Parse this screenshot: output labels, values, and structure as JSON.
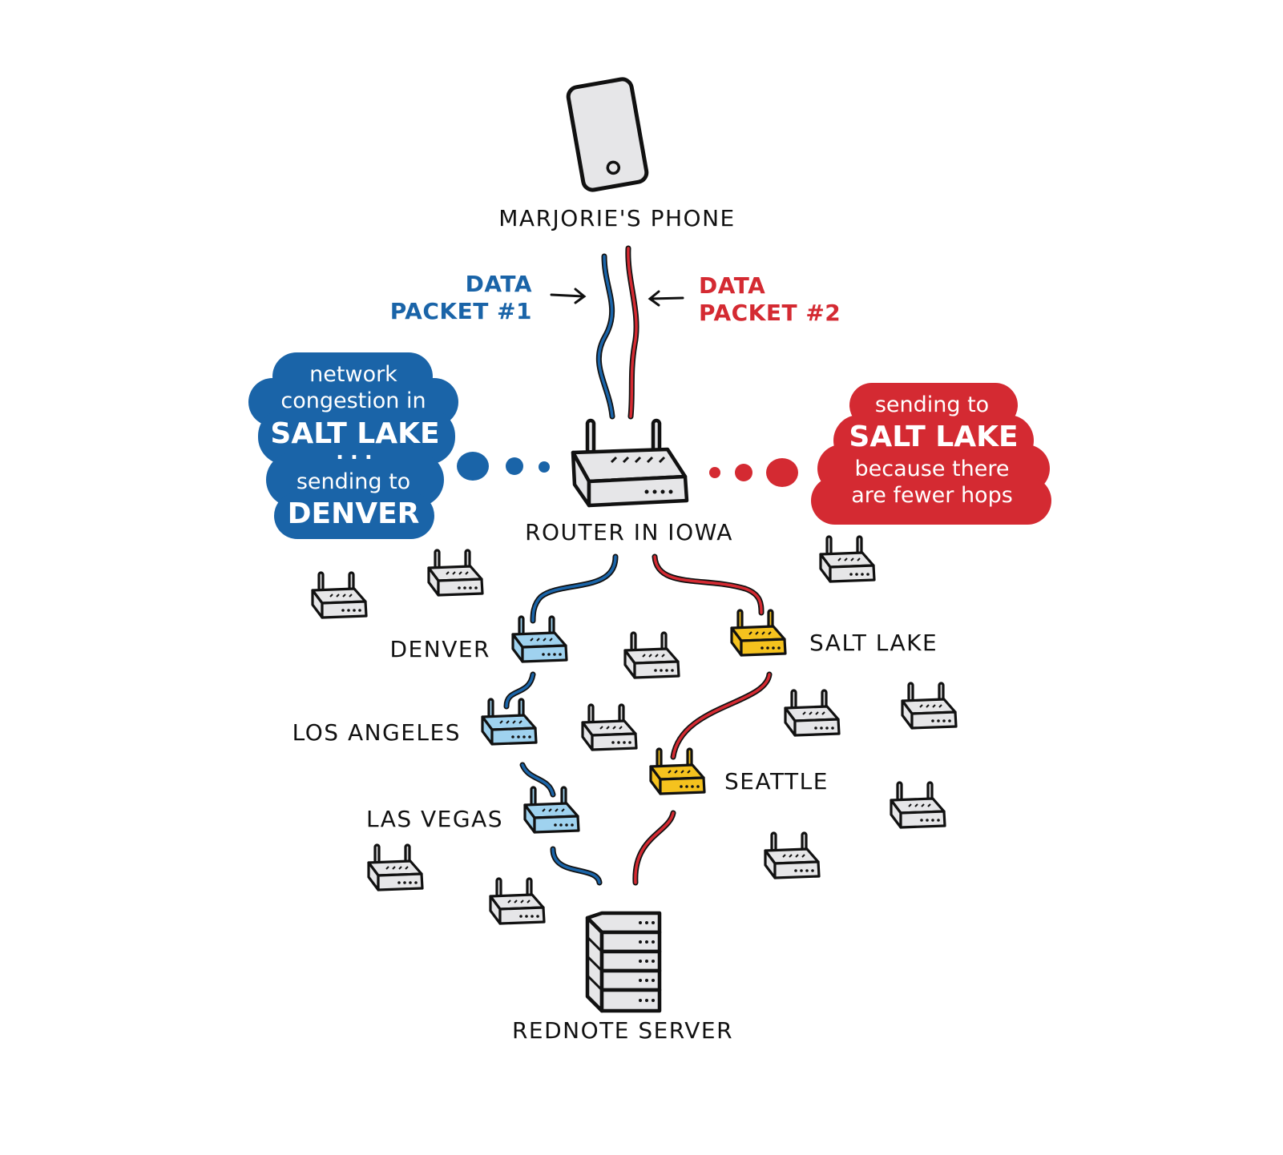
{
  "colors": {
    "blue": "#1a64a8",
    "red": "#d42a32",
    "router_blue": "#9fd2ef",
    "router_yellow": "#f5c21e",
    "router_gray": "#e6e6e8",
    "outline": "#111111"
  },
  "phone": {
    "label": "MARJORIE'S PHONE",
    "icon": "smartphone-icon"
  },
  "packets": {
    "one": {
      "line1": "DATA",
      "line2": "PACKET #1"
    },
    "two": {
      "line1": "DATA",
      "line2": "PACKET #2"
    }
  },
  "router_main": {
    "label": "ROUTER IN IOWA",
    "icon": "router-icon"
  },
  "bubble_left": {
    "line1": "network",
    "line2": "congestion in",
    "line3": "SALT LAKE",
    "dots": "...",
    "line4": "sending to",
    "line5": "DENVER"
  },
  "bubble_right": {
    "line1": "sending to",
    "line2": "SALT LAKE",
    "line3": "because there",
    "line4": "are fewer hops"
  },
  "nodes": {
    "denver": "DENVER",
    "los_angeles": "LOS ANGELES",
    "las_vegas": "LAS VEGAS",
    "salt_lake": "SALT LAKE",
    "seattle": "SEATTLE"
  },
  "server": {
    "label": "REDNOTE SERVER",
    "icon": "server-rack-icon"
  }
}
